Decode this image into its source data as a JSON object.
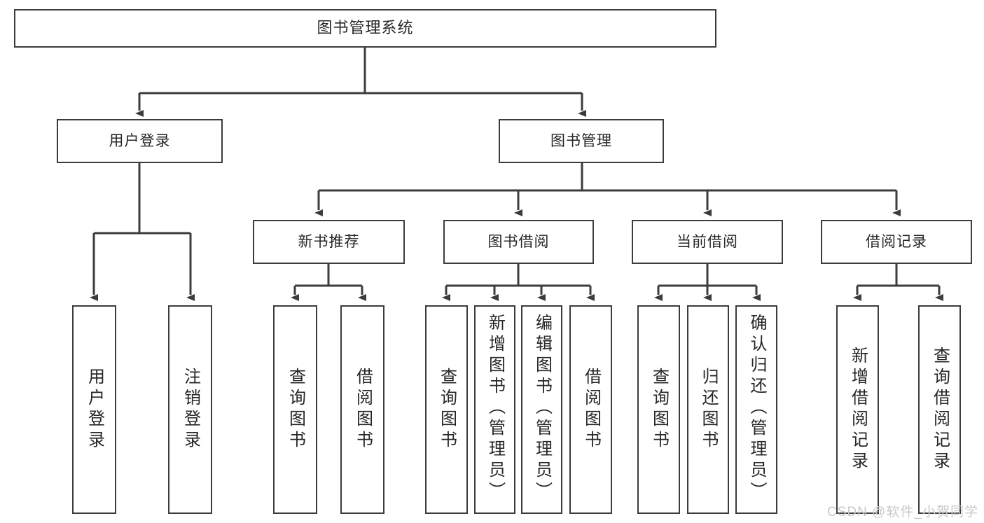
{
  "diagram": {
    "title": "图书管理系统",
    "type": "tree",
    "root": {
      "id": "root",
      "label": "图书管理系统"
    },
    "level1": [
      {
        "id": "user-login",
        "label": "用户登录"
      },
      {
        "id": "book-manage",
        "label": "图书管理"
      }
    ],
    "level2": [
      {
        "id": "new-book-rec",
        "label": "新书推荐",
        "parent": "book-manage"
      },
      {
        "id": "book-borrow",
        "label": "图书借阅",
        "parent": "book-manage"
      },
      {
        "id": "current-borrow",
        "label": "当前借阅",
        "parent": "book-manage"
      },
      {
        "id": "borrow-record",
        "label": "借阅记录",
        "parent": "book-manage"
      }
    ],
    "leaves": [
      {
        "id": "leaf-user-login",
        "label": "用户登录",
        "parent": "user-login"
      },
      {
        "id": "leaf-logout",
        "label": "注销登录",
        "parent": "user-login"
      },
      {
        "id": "leaf-query-book-1",
        "label": "查询图书",
        "parent": "new-book-rec"
      },
      {
        "id": "leaf-borrow-book-1",
        "label": "借阅图书",
        "parent": "new-book-rec"
      },
      {
        "id": "leaf-query-book-2",
        "label": "查询图书",
        "parent": "book-borrow"
      },
      {
        "id": "leaf-add-book",
        "label": "新增图书（管理员）",
        "parent": "book-borrow"
      },
      {
        "id": "leaf-edit-book",
        "label": "编辑图书（管理员）",
        "parent": "book-borrow"
      },
      {
        "id": "leaf-borrow-book-2",
        "label": "借阅图书",
        "parent": "book-borrow"
      },
      {
        "id": "leaf-query-book-3",
        "label": "查询图书",
        "parent": "current-borrow"
      },
      {
        "id": "leaf-return-book",
        "label": "归还图书",
        "parent": "current-borrow"
      },
      {
        "id": "leaf-confirm-return",
        "label": "确认归还（管理员）",
        "parent": "current-borrow"
      },
      {
        "id": "leaf-add-record",
        "label": "新增借阅记录",
        "parent": "borrow-record"
      },
      {
        "id": "leaf-query-record",
        "label": "查询借阅记录",
        "parent": "borrow-record"
      }
    ],
    "watermark": "CSDN @软件_小贺同学",
    "colors": {
      "stroke": "#3c3c3c",
      "fill": "#ffffff",
      "text": "#262626",
      "watermark": "#c9c9c9",
      "background": "#ffffff"
    }
  }
}
